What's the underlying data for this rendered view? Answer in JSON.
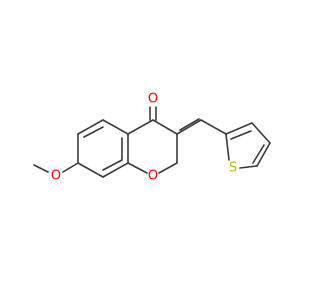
{
  "molecule": {
    "atoms": {
      "carbonyl_oxygen": "O",
      "ring_oxygen": "O",
      "methoxy_oxygen": "O",
      "thiophene_sulfur": "S"
    },
    "colors": {
      "bond": "#3a3a3a",
      "oxygen": "#ff0000",
      "sulfur": "#b8b800"
    }
  }
}
